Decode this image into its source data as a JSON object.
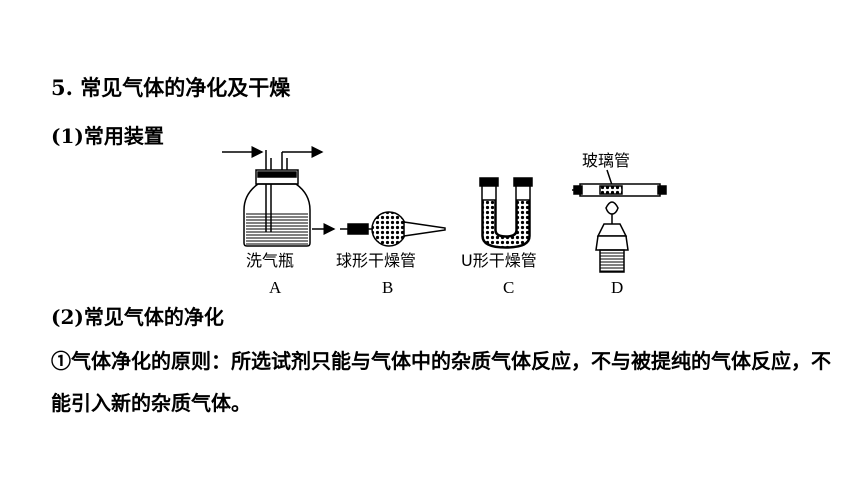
{
  "section": {
    "heading": "5. 常见气体的净化及干燥",
    "sub1": "(1)常用装置",
    "sub2": "(2)常见气体的净化",
    "principle": "①气体净化的原则：所选试剂只能与气体中的杂质气体反应，不与被提纯的气体反应，不能引入新的杂质气体。"
  },
  "apparatus": [
    {
      "letter": "A",
      "caption": "洗气瓶"
    },
    {
      "letter": "B",
      "caption": "球形干燥管"
    },
    {
      "letter": "C",
      "caption": "U形干燥管"
    },
    {
      "letter": "D",
      "caption": "",
      "top_label": "玻璃管"
    }
  ]
}
